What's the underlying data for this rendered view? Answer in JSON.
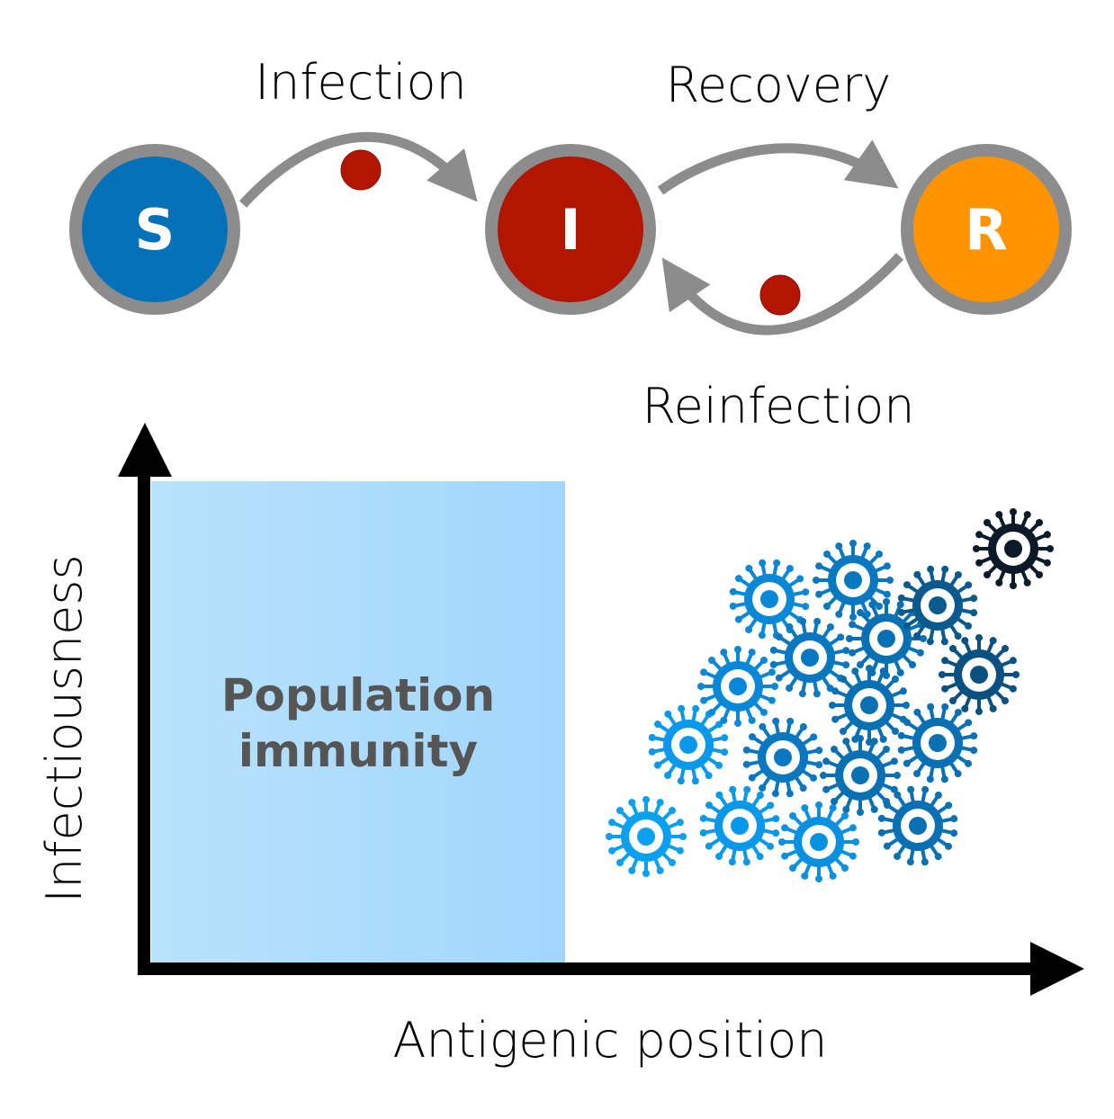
{
  "sir": {
    "nodes": [
      {
        "label": "S",
        "color": "#0571b8"
      },
      {
        "label": "I",
        "color": "#b31600"
      },
      {
        "label": "R",
        "color": "#ff9300"
      }
    ],
    "ring_color": "#8c8c8c",
    "particle_color": "#b31600",
    "transitions": {
      "infection": "Infection",
      "recovery": "Recovery",
      "reinfection": "Reinfection"
    }
  },
  "plot": {
    "y_axis_label": "Infectiousness",
    "x_axis_label": "Antigenic position",
    "immunity_region": {
      "line1": "Population",
      "line2": "immunity",
      "color_left": "#b8e2fc",
      "color_right": "#a2d6fc"
    },
    "virus_colors": [
      "#0aa0f0",
      "#0898ea",
      "#0a90e0",
      "#0a98ec",
      "#0a88d8",
      "#0a88d8",
      "#0a78c0",
      "#0a78c0",
      "#0a70b4",
      "#0a5a90",
      "#0a70b4",
      "#0a78c0",
      "#0a70b4",
      "#0a70b4",
      "#0a5080",
      "#0a70b4",
      "#0a1a28"
    ]
  }
}
